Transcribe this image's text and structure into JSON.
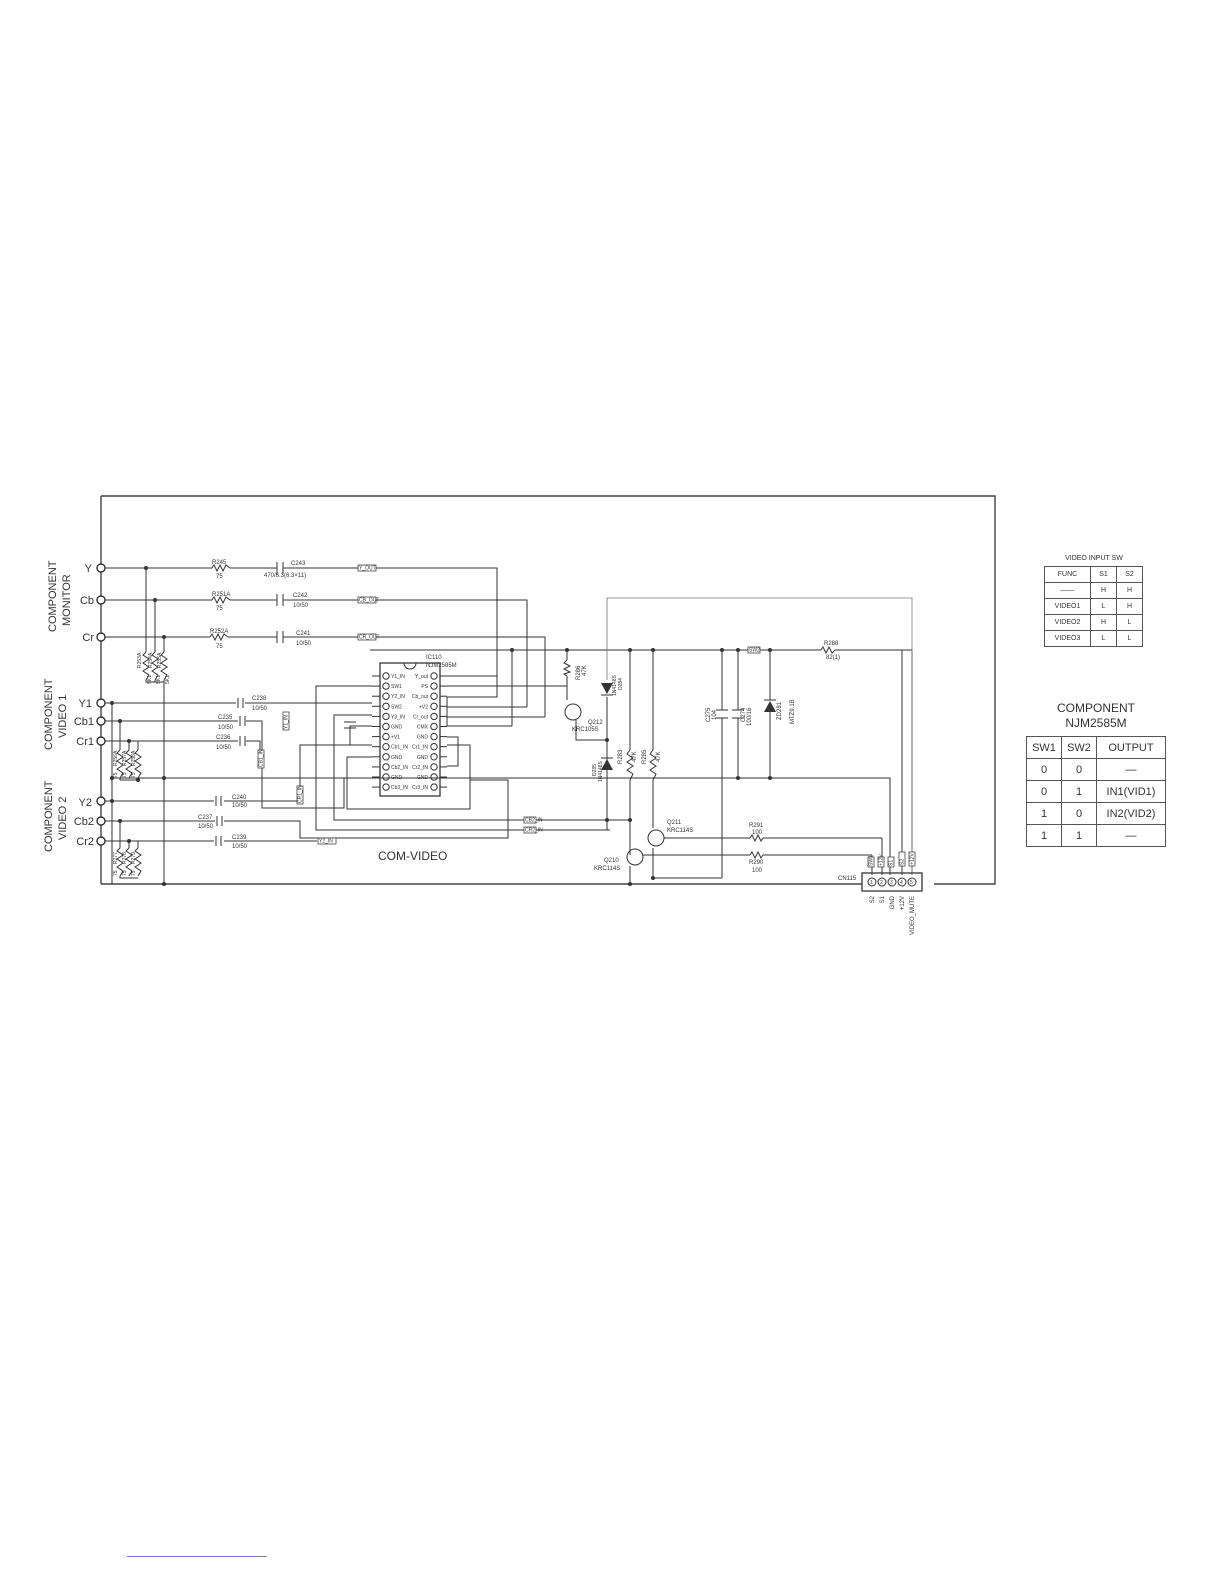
{
  "schematic": {
    "title": "COM-VIDEO",
    "groups": {
      "monitor": [
        "COMPONENT",
        "MONITOR"
      ],
      "video1": [
        "COMPONENT",
        "VIDEO 1"
      ],
      "video2": [
        "COMPONENT",
        "VIDEO 2"
      ]
    },
    "jacks": [
      "Y",
      "Cb",
      "Cr",
      "Y1",
      "Cb1",
      "Cr1",
      "Y2",
      "Cb2",
      "Cr2"
    ],
    "components": {
      "R245": [
        "R245",
        "75"
      ],
      "C243": [
        "C243",
        "470/6.3(6.3×11)"
      ],
      "R251A": [
        "R251A",
        "75"
      ],
      "C242": [
        "C242",
        "10/50"
      ],
      "R252A": [
        "R252A",
        "75"
      ],
      "C241": [
        "C241",
        "10/50"
      ],
      "C238": [
        "C238",
        "10/50"
      ],
      "C235": [
        "C235",
        "10/50"
      ],
      "C236": [
        "C236",
        "10/50"
      ],
      "C240": [
        "C240",
        "10/50"
      ],
      "C237": [
        "C237",
        "10/50"
      ],
      "C239": [
        "C239",
        "10/50"
      ],
      "IC110": [
        "IC110",
        "NJM2585M"
      ],
      "R286": [
        "R286",
        "47K"
      ],
      "Q212": [
        "Q212",
        "KRC105S"
      ],
      "D284": [
        "1N4148S",
        "D284"
      ],
      "D285": [
        "D285",
        "1N4148S"
      ],
      "R283": [
        "R283",
        "47K"
      ],
      "R285": [
        "R285",
        "47K"
      ],
      "C275": [
        "C275",
        "104"
      ],
      "C274": [
        "C274",
        "100/16"
      ],
      "ZD281": [
        "ZD281",
        "MTZ9.1B"
      ],
      "R288": [
        "R288",
        "82(1)"
      ],
      "Q211": [
        "Q211",
        "KRC114S"
      ],
      "Q210": [
        "Q210",
        "KRC114S"
      ],
      "R291": [
        "R291",
        "100"
      ],
      "R290": [
        "R290",
        "100"
      ],
      "CN115": [
        "CN115"
      ]
    },
    "mon_resistors": [
      "5K1",
      "R253A",
      "5K1",
      "R254A",
      "5K1",
      "R255A"
    ],
    "v1_resistors": [
      "75",
      "R256A",
      "75",
      "R257A",
      "75",
      "R258A"
    ],
    "v2_resistors": [
      "75",
      "R277",
      "75",
      "R278",
      "75",
      "R279"
    ],
    "ic_left_pins": [
      "Y1_IN",
      "SW1",
      "Y2_IN",
      "SW2",
      "Y3_IN",
      "GND",
      "+V1",
      "Cb1_IN",
      "GND",
      "Cb2_IN",
      "GND",
      "Cb3_IN"
    ],
    "ic_right_pins": [
      "Y_out",
      "PS",
      "Cb_out",
      "+V2",
      "Cr_out",
      "CMX",
      "GND",
      "Cr1_IN",
      "GND",
      "Cr2_IN",
      "GND",
      "Cr3_IN"
    ],
    "net_tags": [
      "Y_OUT",
      "CB_OUT",
      "CR_OUT",
      "Y1_IN",
      "CB1_IN",
      "CR1_IN",
      "Y2_IN",
      "CB2_IN",
      "CR2_IN",
      "SW2",
      "SW1",
      "+12V",
      "S1",
      "S2",
      "+12V",
      "MUTE"
    ],
    "connector_pins": [
      "S2",
      "S1",
      "GND",
      "+12V",
      "VIDEO_MUTE"
    ]
  },
  "video_input_table": {
    "title": "VIDEO INPUT SW",
    "header": [
      "FUNC",
      "S1",
      "S2"
    ],
    "rows": [
      [
        "——",
        "H",
        "H"
      ],
      [
        "VIDEO1",
        "L",
        "H"
      ],
      [
        "VIDEO2",
        "H",
        "L"
      ],
      [
        "VIDEO3",
        "L",
        "L"
      ]
    ]
  },
  "component_table": {
    "title": [
      "COMPONENT",
      "NJM2585M"
    ],
    "header": [
      "SW1",
      "SW2",
      "OUTPUT"
    ],
    "rows": [
      [
        "0",
        "0",
        "—"
      ],
      [
        "0",
        "1",
        "IN1(VID1)"
      ],
      [
        "1",
        "0",
        "IN2(VID2)"
      ],
      [
        "1",
        "1",
        "—"
      ]
    ]
  },
  "colors": {
    "ink": "#333333",
    "link_line": "#6a7fc4"
  }
}
